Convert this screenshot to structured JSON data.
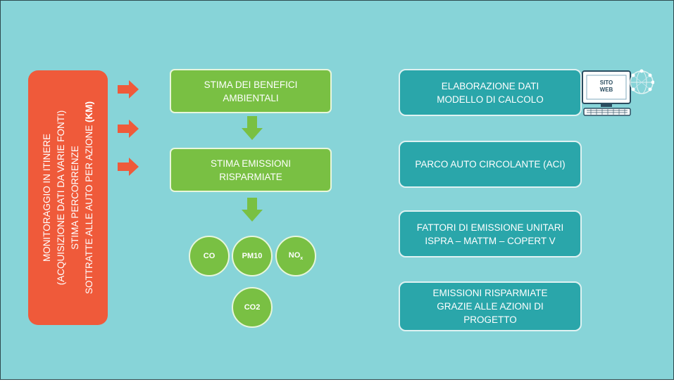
{
  "left_panel": {
    "lines": [
      {
        "text": "MONITORAGGIO IN ITINERE",
        "suffix": ""
      },
      {
        "text": "(ACQUISIZIONE DATI DA VARIE FONTI)",
        "suffix": ""
      },
      {
        "text": "STIMA PERCORRENZE",
        "suffix": ""
      },
      {
        "text": "SOTTRATTE ALLE AUTO PER AZIONE ",
        "suffix": "(KM)"
      }
    ]
  },
  "flow": {
    "box1": {
      "line1": "STIMA DEI BENEFICI",
      "line2": "AMBIENTALI"
    },
    "box2": {
      "line1": "STIMA EMISSIONI",
      "line2": "RISPARMIATE"
    }
  },
  "pollutants": {
    "co": "CO",
    "pm10": "PM10",
    "nox": "NO",
    "nox_sub": "x",
    "co2": "CO2"
  },
  "right_boxes": {
    "box1": {
      "line1": "ELABORAZIONE DATI",
      "line2": "MODELLO DI CALCOLO"
    },
    "box2": {
      "line1": "PARCO AUTO CIRCOLANTE (ACI)"
    },
    "box3": {
      "line1": "FATTORI DI EMISSIONE UNITARI",
      "line2": "ISPRA – MATTM – COPERT V"
    },
    "box4": {
      "line1": "EMISSIONI RISPARMIATE",
      "line2": "GRAZIE ALLE AZIONI DI",
      "line3": "PROGETTO"
    }
  },
  "computer": {
    "screen_line1": "SITO",
    "screen_line2": "WEB"
  },
  "colors": {
    "background": "#87d4d8",
    "orange": "#ef5a3a",
    "green": "#79c043",
    "teal": "#2aa6aa"
  },
  "icons": [
    "arrow-right-icon",
    "arrow-down-icon",
    "computer-icon",
    "network-globe-icon"
  ]
}
